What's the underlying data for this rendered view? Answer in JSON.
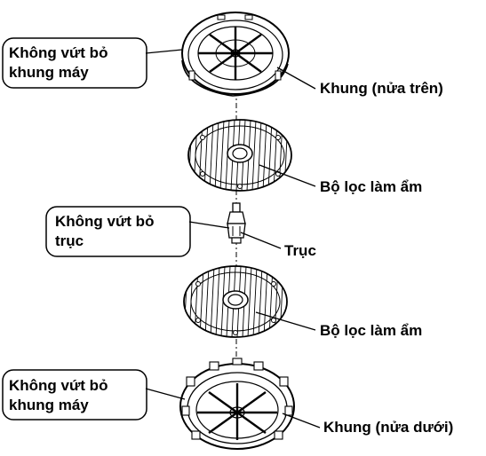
{
  "callouts": {
    "top": {
      "line1": "Không vứt bỏ",
      "line2": "khung máy"
    },
    "middle": {
      "line1": "Không vứt bỏ",
      "line2": "trục"
    },
    "bottom": {
      "line1": "Không vứt bỏ",
      "line2": "khung máy"
    }
  },
  "labels": {
    "frame_top": "Khung (nửa trên)",
    "filter_upper": "Bộ lọc làm ẩm",
    "shaft": "Trục",
    "filter_lower": "Bộ lọc làm ẩm",
    "frame_bottom": "Khung (nửa dưới)"
  },
  "colors": {
    "ink": "#000000",
    "background": "#ffffff"
  }
}
